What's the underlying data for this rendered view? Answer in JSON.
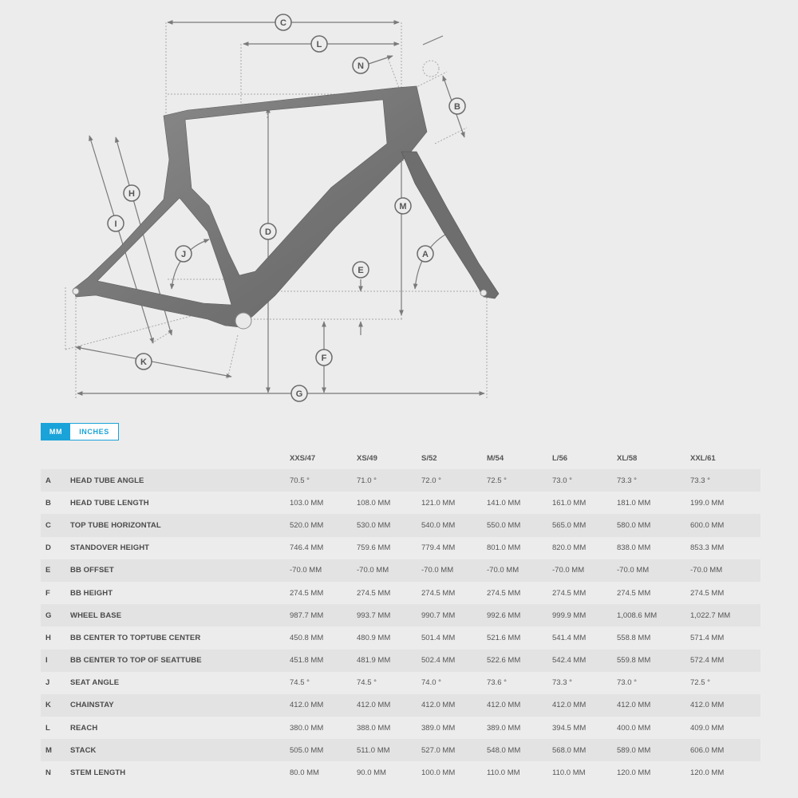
{
  "diagram": {
    "labels": [
      "A",
      "B",
      "C",
      "D",
      "E",
      "F",
      "G",
      "H",
      "I",
      "J",
      "K",
      "L",
      "M",
      "N"
    ],
    "colors": {
      "frame": "#7c7c7c",
      "badge": "#6b6b6b",
      "line": "#9a9a9a"
    }
  },
  "units": {
    "mm_label": "MM",
    "inches_label": "INCHES",
    "active": "MM",
    "accent": "#1aa3d9"
  },
  "table": {
    "sizes": [
      "XXS/47",
      "XS/49",
      "S/52",
      "M/54",
      "L/56",
      "XL/58",
      "XXL/61"
    ],
    "rows": [
      {
        "letter": "A",
        "name": "HEAD TUBE ANGLE",
        "values": [
          "70.5 °",
          "71.0 °",
          "72.0 °",
          "72.5 °",
          "73.0 °",
          "73.3 °",
          "73.3 °"
        ]
      },
      {
        "letter": "B",
        "name": "HEAD TUBE LENGTH",
        "values": [
          "103.0 MM",
          "108.0 MM",
          "121.0 MM",
          "141.0 MM",
          "161.0 MM",
          "181.0 MM",
          "199.0 MM"
        ]
      },
      {
        "letter": "C",
        "name": "TOP TUBE HORIZONTAL",
        "values": [
          "520.0 MM",
          "530.0 MM",
          "540.0 MM",
          "550.0 MM",
          "565.0 MM",
          "580.0 MM",
          "600.0 MM"
        ]
      },
      {
        "letter": "D",
        "name": "STANDOVER HEIGHT",
        "values": [
          "746.4 MM",
          "759.6 MM",
          "779.4 MM",
          "801.0 MM",
          "820.0 MM",
          "838.0 MM",
          "853.3 MM"
        ]
      },
      {
        "letter": "E",
        "name": "BB OFFSET",
        "values": [
          "-70.0 MM",
          "-70.0 MM",
          "-70.0 MM",
          "-70.0 MM",
          "-70.0 MM",
          "-70.0 MM",
          "-70.0 MM"
        ]
      },
      {
        "letter": "F",
        "name": "BB HEIGHT",
        "values": [
          "274.5 MM",
          "274.5 MM",
          "274.5 MM",
          "274.5 MM",
          "274.5 MM",
          "274.5 MM",
          "274.5 MM"
        ]
      },
      {
        "letter": "G",
        "name": "WHEEL BASE",
        "values": [
          "987.7 MM",
          "993.7 MM",
          "990.7 MM",
          "992.6 MM",
          "999.9 MM",
          "1,008.6 MM",
          "1,022.7 MM"
        ]
      },
      {
        "letter": "H",
        "name": "BB CENTER TO TOPTUBE CENTER",
        "values": [
          "450.8 MM",
          "480.9 MM",
          "501.4 MM",
          "521.6 MM",
          "541.4 MM",
          "558.8 MM",
          "571.4 MM"
        ]
      },
      {
        "letter": "I",
        "name": "BB CENTER TO TOP OF SEATTUBE",
        "values": [
          "451.8 MM",
          "481.9 MM",
          "502.4 MM",
          "522.6 MM",
          "542.4 MM",
          "559.8 MM",
          "572.4 MM"
        ]
      },
      {
        "letter": "J",
        "name": "SEAT ANGLE",
        "values": [
          "74.5 °",
          "74.5 °",
          "74.0 °",
          "73.6 °",
          "73.3 °",
          "73.0 °",
          "72.5 °"
        ]
      },
      {
        "letter": "K",
        "name": "CHAINSTAY",
        "values": [
          "412.0 MM",
          "412.0 MM",
          "412.0 MM",
          "412.0 MM",
          "412.0 MM",
          "412.0 MM",
          "412.0 MM"
        ]
      },
      {
        "letter": "L",
        "name": "REACH",
        "values": [
          "380.0 MM",
          "388.0 MM",
          "389.0 MM",
          "389.0 MM",
          "394.5 MM",
          "400.0 MM",
          "409.0 MM"
        ]
      },
      {
        "letter": "M",
        "name": "STACK",
        "values": [
          "505.0 MM",
          "511.0 MM",
          "527.0 MM",
          "548.0 MM",
          "568.0 MM",
          "589.0 MM",
          "606.0 MM"
        ]
      },
      {
        "letter": "N",
        "name": "STEM LENGTH",
        "values": [
          "80.0 MM",
          "90.0 MM",
          "100.0 MM",
          "110.0 MM",
          "110.0 MM",
          "120.0 MM",
          "120.0 MM"
        ]
      }
    ]
  }
}
